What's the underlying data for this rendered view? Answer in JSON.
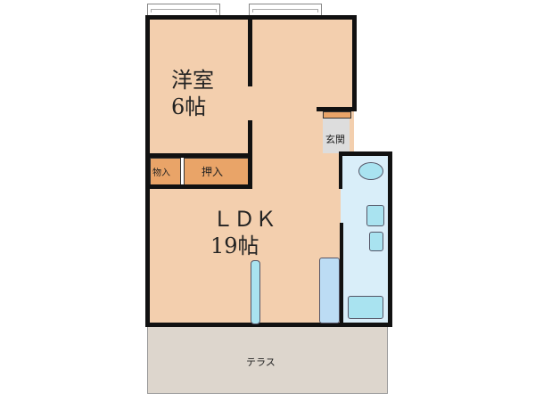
{
  "rooms": {
    "western": {
      "name": "洋室",
      "size": "6帖"
    },
    "ldk": {
      "name": "ＬＤＫ",
      "size": "19帖"
    },
    "closet": "物入",
    "oshiire": "押入",
    "entrance": "玄関",
    "terrace": "テラス"
  },
  "colors": {
    "room": "#f3cfae",
    "storage": "#e9a468",
    "wet_area": "#d9eef9",
    "terrace": "#ddd6cd"
  }
}
